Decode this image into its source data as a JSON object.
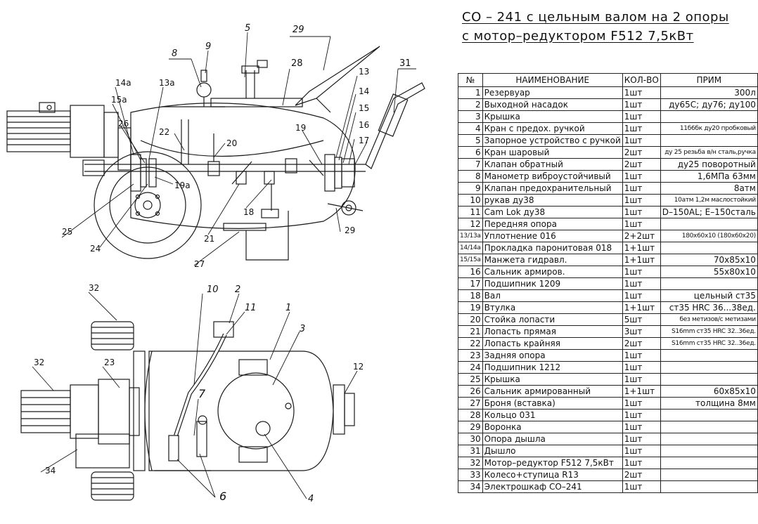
{
  "title": {
    "line1": "СО – 241 с цельным валом на 2 опоры",
    "line2": "с мотор–редуктором F512 7,5кВт"
  },
  "table": {
    "headers": [
      "№",
      "НАИМЕНОВАНИЕ",
      "КОЛ-ВО",
      "ПРИМ"
    ],
    "rows": [
      {
        "num": "1",
        "name": "Резервуар",
        "qty": "1шт",
        "note": "300л"
      },
      {
        "num": "2",
        "name": "Выходной насадок",
        "qty": "1шт",
        "note": "ду65С; ду76; ду100"
      },
      {
        "num": "3",
        "name": "Крышка",
        "qty": "1шт",
        "note": ""
      },
      {
        "num": "4",
        "name": "Кран с предох. ручкой",
        "qty": "1шт",
        "note": "11б6бк ду20 пробковый"
      },
      {
        "num": "5",
        "name": "Запорное устройство с ручкой",
        "qty": "1шт",
        "note": ""
      },
      {
        "num": "6",
        "name": "Кран шаровый",
        "qty": "2шт",
        "note": "ду 25 резьба в/н сталь,ручка"
      },
      {
        "num": "7",
        "name": "Клапан обратный",
        "qty": "2шт",
        "note": "ду25 поворотный"
      },
      {
        "num": "8",
        "name": "Манометр виброустойчивый",
        "qty": "1шт",
        "note": "1,6МПа 63мм"
      },
      {
        "num": "9",
        "name": "Клапан предохранительный",
        "qty": "1шт",
        "note": "8атм"
      },
      {
        "num": "10",
        "name": "рукав ду38",
        "qty": "1шт",
        "note": "10атм 1,2м маслостойкий"
      },
      {
        "num": "11",
        "name": "Cam Lok ду38",
        "qty": "1шт",
        "note": "D–150AL; E–150сталь"
      },
      {
        "num": "12",
        "name": "Передняя опора",
        "qty": "1шт",
        "note": ""
      },
      {
        "num": "13/13а",
        "name": "Уплотнение 016",
        "qty": "2+2шт",
        "note": "180х60х10 (180х60х20)"
      },
      {
        "num": "14/14а",
        "name": "Прокладка паронитовая 018",
        "qty": "1+1шт",
        "note": ""
      },
      {
        "num": "15/15а",
        "name": "Манжета гидравл.",
        "qty": "1+1шт",
        "note": "70х85х10"
      },
      {
        "num": "16",
        "name": "Сальник армиров.",
        "qty": "1шт",
        "note": "55х80х10"
      },
      {
        "num": "17",
        "name": "Подшипник 1209",
        "qty": "1шт",
        "note": ""
      },
      {
        "num": "18",
        "name": "Вал",
        "qty": "1шт",
        "note": "цельный ст35"
      },
      {
        "num": "19",
        "name": "Втулка",
        "qty": "1+1шт",
        "note": "ст35 HRC 36...38ед."
      },
      {
        "num": "20",
        "name": "Стойка лопасти",
        "qty": "5шт",
        "note": "без метизов/с метизами"
      },
      {
        "num": "21",
        "name": "Лопасть прямая",
        "qty": "3шт",
        "note": "S16mm ст35 HRC 32..36ед."
      },
      {
        "num": "22",
        "name": "Лопасть крайняя",
        "qty": "2шт",
        "note": "S16mm ст35 HRC 32..36ед."
      },
      {
        "num": "23",
        "name": "Задняя опора",
        "qty": "1шт",
        "note": ""
      },
      {
        "num": "24",
        "name": "Подшипник 1212",
        "qty": "1шт",
        "note": ""
      },
      {
        "num": "25",
        "name": "Крышка",
        "qty": "1шт",
        "note": ""
      },
      {
        "num": "26",
        "name": "Сальник армированный",
        "qty": "1+1шт",
        "note": "60х85х10"
      },
      {
        "num": "27",
        "name": "Броня (вставка)",
        "qty": "1шт",
        "note": "толщина 8мм"
      },
      {
        "num": "28",
        "name": "Кольцо 031",
        "qty": "1шт",
        "note": ""
      },
      {
        "num": "29",
        "name": "Воронка",
        "qty": "1шт",
        "note": ""
      },
      {
        "num": "30",
        "name": "Опора дышла",
        "qty": "1шт",
        "note": ""
      },
      {
        "num": "31",
        "name": "Дышло",
        "qty": "1шт",
        "note": ""
      },
      {
        "num": "32",
        "name": "Мотор–редуктор  F512 7,5кВт",
        "qty": "1шт",
        "note": ""
      },
      {
        "num": "33",
        "name": "Колесо+ступица R13",
        "qty": "2шт",
        "note": ""
      },
      {
        "num": "34",
        "name": "Электрошкаф СО–241",
        "qty": "1шт",
        "note": ""
      }
    ]
  },
  "drawing": {
    "top_view_labels": [
      "5",
      "29",
      "8",
      "9",
      "28",
      "31",
      "14а",
      "13а",
      "13",
      "14",
      "15а",
      "15",
      "26",
      "22",
      "19",
      "16",
      "17",
      "20",
      "19а",
      "18",
      "21",
      "25",
      "24",
      "27",
      "29"
    ],
    "plan_view_labels": [
      "10",
      "2",
      "11",
      "1",
      "32",
      "3",
      "12",
      "32",
      "23",
      "7",
      "34",
      "6",
      "4"
    ]
  }
}
